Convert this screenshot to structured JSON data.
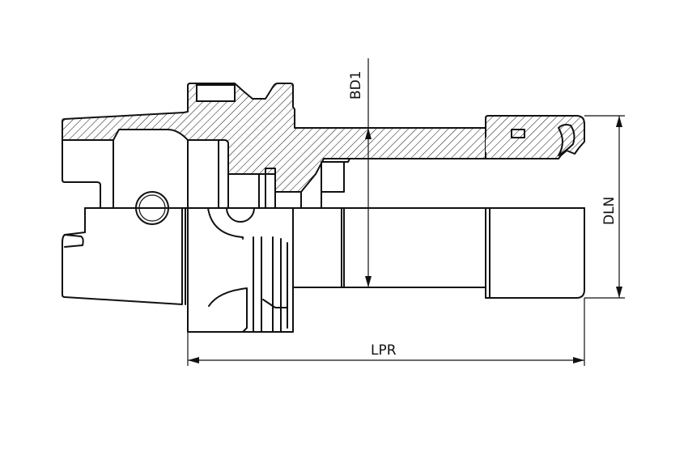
{
  "drawing": {
    "type": "technical cross-section drawing",
    "colors": {
      "line": "#111111",
      "background": "#ffffff"
    },
    "dimensions": {
      "bore_diameter_label": "BD1",
      "nut_diameter_label": "DLN",
      "projection_length_label": "LPR"
    }
  }
}
